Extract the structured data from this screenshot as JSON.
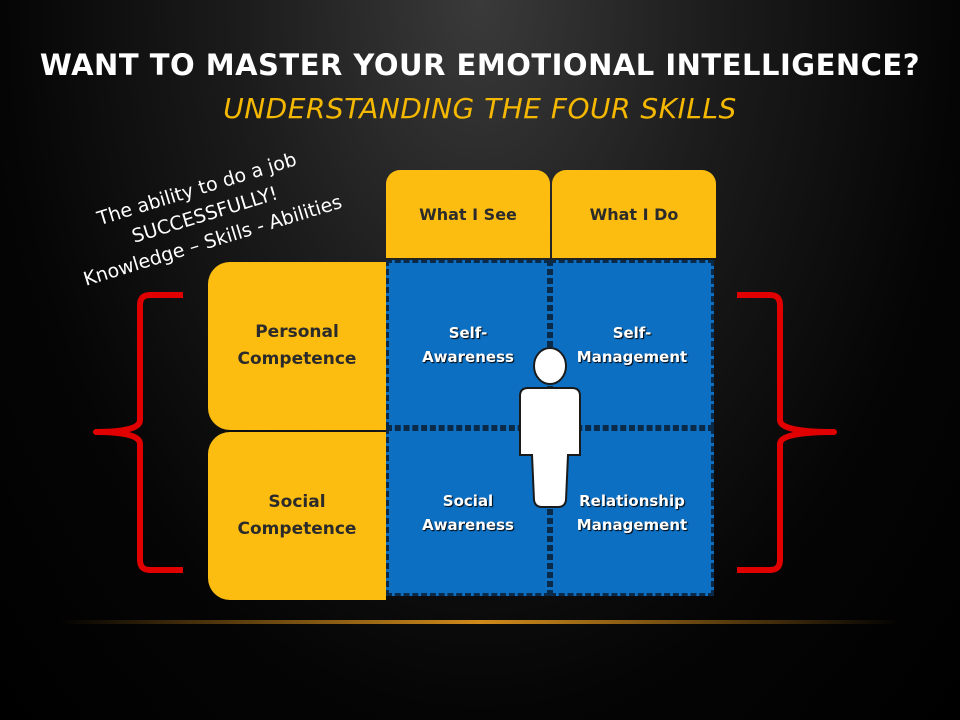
{
  "title": {
    "line1": "WANT TO MASTER YOUR EMOTIONAL INTELLIGENCE?",
    "line2": "UNDERSTANDING THE FOUR SKILLS"
  },
  "ability_note": {
    "line1": "The ability to do a job",
    "line2": "SUCCESSFULLY!",
    "line3": "Knowledge – Skills - Abilities"
  },
  "columns": {
    "see": "What I See",
    "do": "What I Do"
  },
  "rows": {
    "personal": {
      "line1": "Personal",
      "line2": "Competence"
    },
    "social": {
      "line1": "Social",
      "line2": "Competence"
    }
  },
  "cells": {
    "self_awareness": {
      "line1": "Self-",
      "line2": "Awareness"
    },
    "self_management": {
      "line1": "Self-",
      "line2": "Management"
    },
    "social_awareness": {
      "line1": "Social",
      "line2": "Awareness"
    },
    "relationship_management": {
      "line1": "Relationship",
      "line2": "Management"
    }
  },
  "colors": {
    "gold": "#fdbd10",
    "blue": "#0d6fc2",
    "brace": "#e10000",
    "title_accent": "#f5b800"
  },
  "icons": [
    "person-icon",
    "left-brace-icon",
    "right-brace-icon"
  ]
}
